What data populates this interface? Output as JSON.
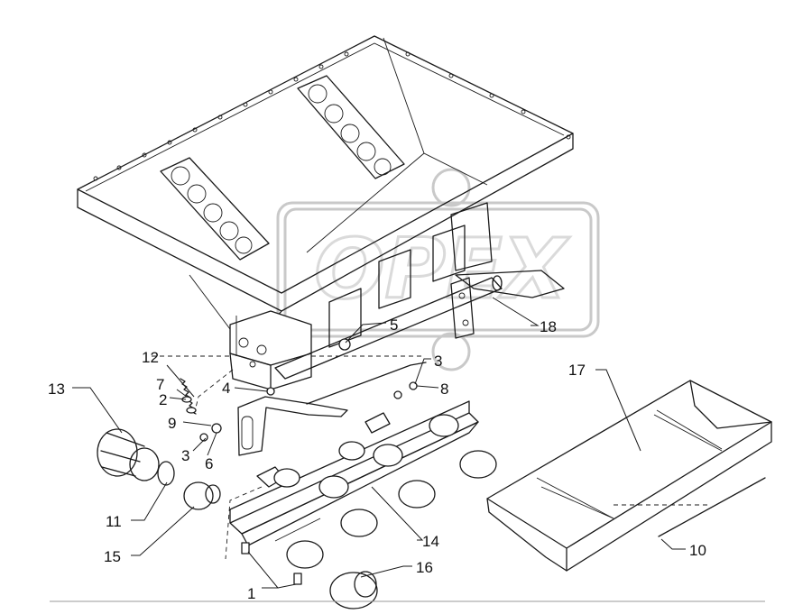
{
  "watermark": {
    "text": "OPEX"
  },
  "callouts": [
    {
      "id": "c1",
      "label": "1"
    },
    {
      "id": "c2",
      "label": "2"
    },
    {
      "id": "c3a",
      "label": "3"
    },
    {
      "id": "c3b",
      "label": "3"
    },
    {
      "id": "c4",
      "label": "4"
    },
    {
      "id": "c5",
      "label": "5"
    },
    {
      "id": "c6",
      "label": "6"
    },
    {
      "id": "c7",
      "label": "7"
    },
    {
      "id": "c8",
      "label": "8"
    },
    {
      "id": "c9",
      "label": "9"
    },
    {
      "id": "c10",
      "label": "10"
    },
    {
      "id": "c11",
      "label": "11"
    },
    {
      "id": "c12",
      "label": "12"
    },
    {
      "id": "c13",
      "label": "13"
    },
    {
      "id": "c14",
      "label": "14"
    },
    {
      "id": "c15",
      "label": "15"
    },
    {
      "id": "c16",
      "label": "16"
    },
    {
      "id": "c17",
      "label": "17"
    },
    {
      "id": "c18",
      "label": "18"
    }
  ]
}
